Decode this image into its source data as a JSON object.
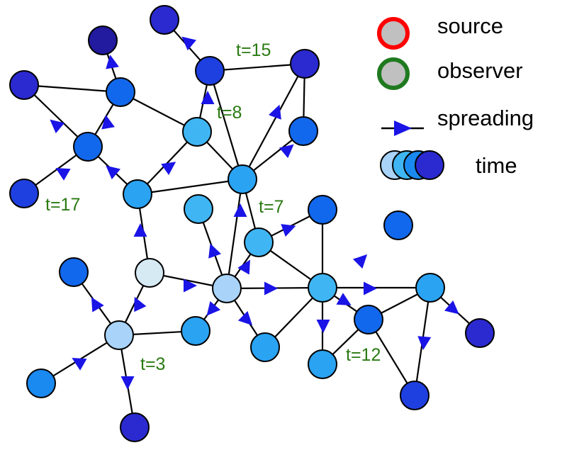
{
  "colors": {
    "t1": "#d6eaf4",
    "t2": "#a9d3f8",
    "t3": "#3fb6f3",
    "t4": "#2aa3f3",
    "t5": "#1a89f0",
    "t6": "#1268ec",
    "t7": "#1f40e0",
    "t8": "#2b2ad0",
    "t9": "#221a9f",
    "observer": "#1f7a1f",
    "source": "#ff0000",
    "arrow": "#1a14e6",
    "label": "#2a7a12"
  },
  "legend": {
    "source_label": "source",
    "observer_label": "observer",
    "spreading_label": "spreading",
    "time_label": "time"
  },
  "time_labels": [
    "t=15",
    "t=8",
    "t=17",
    "t=7",
    "t=3",
    "t=12"
  ]
}
